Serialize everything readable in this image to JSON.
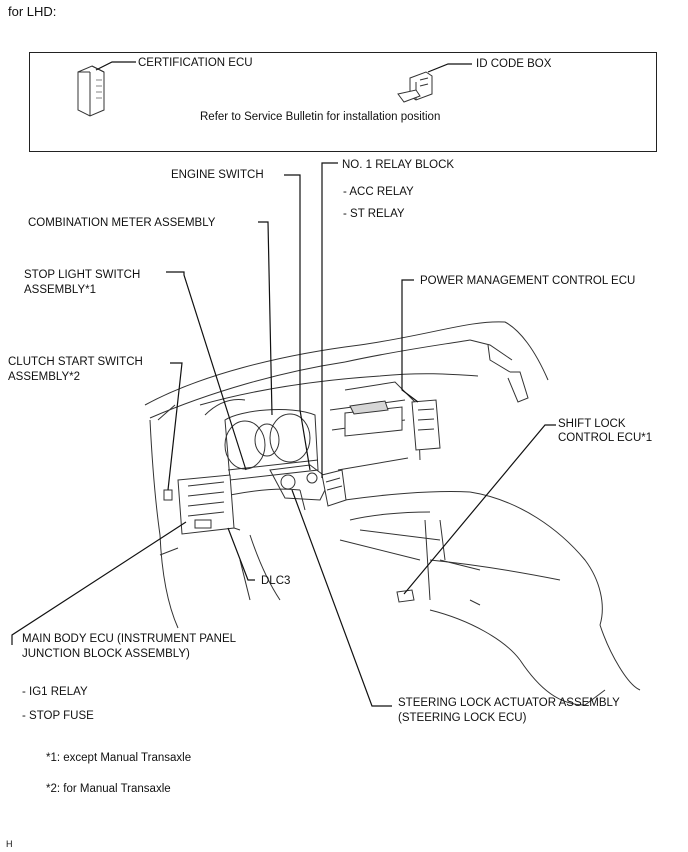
{
  "header": "for LHD:",
  "box": {
    "certification_ecu": "CERTIFICATION ECU",
    "id_code_box": "ID CODE BOX",
    "note": "Refer to Service Bulletin for installation position"
  },
  "labels": {
    "engine_switch": "ENGINE SWITCH",
    "relay_block": "NO. 1 RELAY BLOCK",
    "acc_relay": "- ACC RELAY",
    "st_relay": "- ST RELAY",
    "combination_meter": "COMBINATION METER ASSEMBLY",
    "stop_light_1": "STOP LIGHT SWITCH",
    "stop_light_2": "ASSEMBLY*1",
    "power_mgmt": "POWER MANAGEMENT CONTROL ECU",
    "clutch_1": "CLUTCH START SWITCH",
    "clutch_2": "ASSEMBLY*2",
    "shift_lock_1": "SHIFT LOCK",
    "shift_lock_2": "CONTROL ECU*1",
    "dlc3": "DLC3",
    "main_body_1": "MAIN BODY ECU (INSTRUMENT PANEL",
    "main_body_2": "JUNCTION BLOCK ASSEMBLY)",
    "ig1_relay": "- IG1 RELAY",
    "stop_fuse": "- STOP FUSE",
    "steering_1": "STEERING LOCK ACTUATOR ASSEMBLY",
    "steering_2": "(STEERING LOCK ECU)"
  },
  "footnotes": {
    "note1": "*1: except Manual Transaxle",
    "note2": "*2: for Manual Transaxle"
  },
  "corner_mark": "H"
}
